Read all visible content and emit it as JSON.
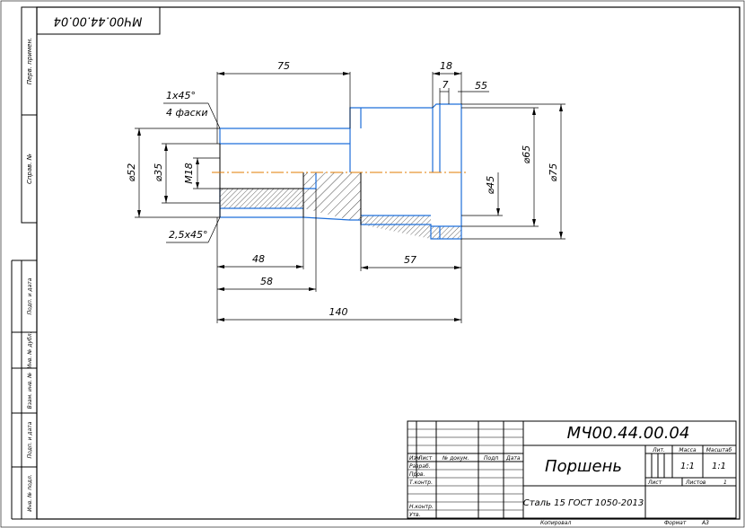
{
  "drawing": {
    "top_code": "МЧ00.44.00.04",
    "dimensions": {
      "d_75_len": "75",
      "d_18": "18",
      "d_7": "7",
      "d_55": "55",
      "chamfer_top_1": "1x45°",
      "chamfer_top_2": "4 фаски",
      "dia_52": "⌀52",
      "dia_35": "⌀35",
      "m18": "M18",
      "dia_45": "⌀45",
      "dia_65": "⌀65",
      "dia_75": "⌀75",
      "chamfer_bottom": "2,5x45°",
      "d_48": "48",
      "d_57": "57",
      "d_58": "58",
      "d_140": "140"
    }
  },
  "left_strip": {
    "perv_primen": "Перв. примен.",
    "sprav": "Справ. №",
    "podp_data_1": "Подп. и дата",
    "inv_dubl": "Инв. № дубл.",
    "vzam_inv": "Взам. инв. №",
    "podp_data_2": "Подп. и дата",
    "inv_podl": "Инв. № подл."
  },
  "title_block": {
    "code": "МЧ00.44.00.04",
    "part_name": "Поршень",
    "material": "Сталь 15 ГОСТ 1050-2013",
    "col_izm": "Изм",
    "col_list": "Лист",
    "col_doc": "№ докум.",
    "col_podp": "Подп",
    "col_data": "Дата",
    "razrab": "Разраб.",
    "prov": "Пров.",
    "tkontr": "Т.контр.",
    "nkontr": "Н.контр.",
    "utv": "Утв.",
    "lit": "Лит.",
    "massa": "Масса",
    "masshtab": "Масштаб",
    "massa_val": "1:1",
    "masshtab_val": "1:1",
    "list": "Лист",
    "listov": "Листов",
    "listov_val": "1",
    "kopiroval": "Копировал",
    "format": "Формат",
    "format_val": "А3"
  }
}
